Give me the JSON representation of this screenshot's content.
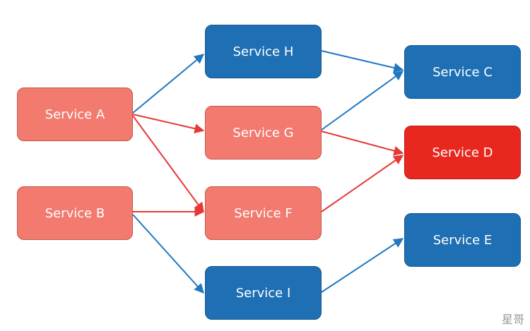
{
  "diagram": {
    "nodes": [
      {
        "id": "a",
        "label": "Service A"
      },
      {
        "id": "b",
        "label": "Service B"
      },
      {
        "id": "h",
        "label": "Service H"
      },
      {
        "id": "g",
        "label": "Service G"
      },
      {
        "id": "f",
        "label": "Service F"
      },
      {
        "id": "i",
        "label": "Service I"
      },
      {
        "id": "c",
        "label": "Service C"
      },
      {
        "id": "d",
        "label": "Service D"
      },
      {
        "id": "e",
        "label": "Service E"
      }
    ],
    "edges": [
      {
        "from": "a",
        "to": "h",
        "color": "#1e78c2"
      },
      {
        "from": "a",
        "to": "g",
        "color": "#e53935"
      },
      {
        "from": "a",
        "to": "f",
        "color": "#e53935"
      },
      {
        "from": "b",
        "to": "f",
        "color": "#e53935"
      },
      {
        "from": "b",
        "to": "i",
        "color": "#1e78c2"
      },
      {
        "from": "h",
        "to": "c",
        "color": "#1e78c2"
      },
      {
        "from": "g",
        "to": "c",
        "color": "#1e78c2"
      },
      {
        "from": "g",
        "to": "d",
        "color": "#e53935"
      },
      {
        "from": "f",
        "to": "d",
        "color": "#e53935"
      },
      {
        "from": "i",
        "to": "e",
        "color": "#1e78c2"
      }
    ]
  },
  "colors": {
    "failing_dependent": "#f27a6f",
    "healthy": "#1e6fb3",
    "failed": "#e8271f",
    "blue_edge": "#1e78c2",
    "red_edge": "#e53935"
  },
  "watermark": "星哥"
}
